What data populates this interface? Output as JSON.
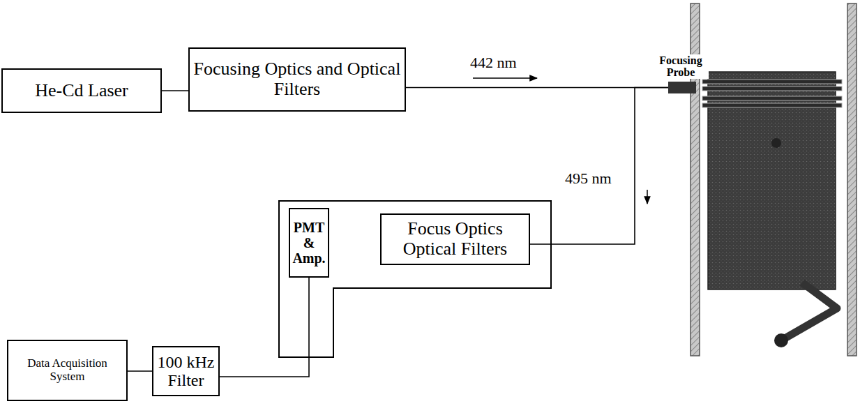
{
  "diagram": {
    "nodes": [
      {
        "text": [
          "He-Cd Laser"
        ]
      },
      {
        "text": [
          "Focusing Optics and Optical Filters"
        ]
      },
      {
        "text": [
          "Focusing Probe"
        ]
      },
      {
        "text": [
          "PMT & Amp."
        ]
      },
      {
        "text": [
          "Focus Optics Optical Filters"
        ]
      },
      {
        "text": [
          "Data Acquisition System"
        ]
      },
      {
        "text": [
          "100 kHz Filter"
        ]
      }
    ],
    "edges": [
      {
        "from": 0,
        "to": 1,
        "arrow": "none"
      },
      {
        "from": 1,
        "to": 2,
        "label": "442 nm",
        "arrow": "none"
      },
      {
        "from": 2,
        "to": 4,
        "label": "495 nm",
        "arrow": "none"
      },
      {
        "from": 3,
        "to": 6,
        "arrow": "none"
      },
      {
        "from": 6,
        "to": 5,
        "arrow": "none"
      }
    ]
  }
}
